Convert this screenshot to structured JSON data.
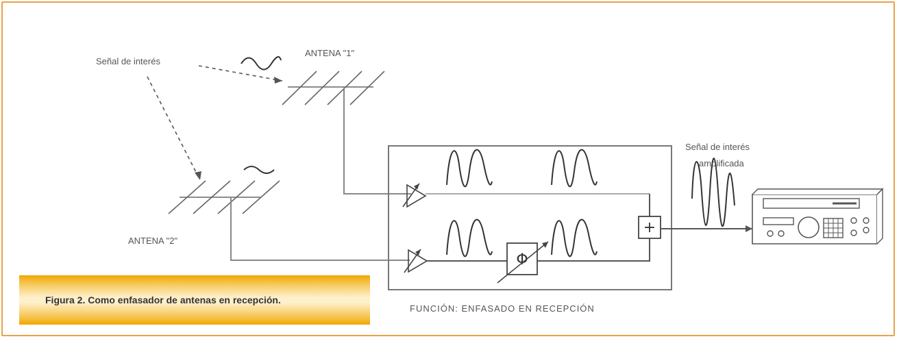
{
  "labels": {
    "signal_of_interest": "Señal de interés",
    "antenna_1": "ANTENA \"1\"",
    "antenna_2": "ANTENA \"2\"",
    "amplified_line1": "Señal de interés",
    "amplified_line2": "amplificada",
    "function_title": "FUNCIÓN: ENFASADO EN RECEPCIÓN",
    "phase_symbol": "Φ",
    "sum_symbol": "+"
  },
  "caption": "Figura 2. Como enfasador de antenas en recepción.",
  "colors": {
    "frame": "#e8a24a",
    "caption_dark": "#f0a800",
    "caption_light": "#fdf0cc",
    "wire": "#888888"
  }
}
